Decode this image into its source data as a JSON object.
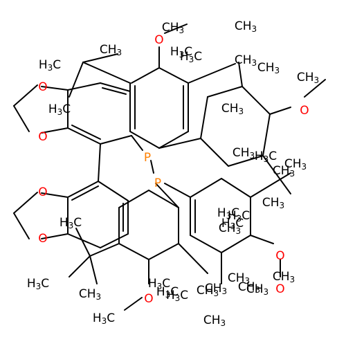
{
  "colors": {
    "background": "#ffffff",
    "carbon": "#000000",
    "oxygen": "#ff0000",
    "phosphorus": "#ff8000"
  },
  "atoms": [
    {
      "id": "a1",
      "base": "H",
      "sub": "3",
      "tail": "C",
      "el": "C"
    },
    {
      "id": "a2",
      "base": "C",
      "sub": "",
      "tail": "H",
      "tail_sub": "3",
      "el": "C"
    },
    {
      "id": "a3",
      "base": "O",
      "el": "O"
    },
    {
      "id": "a4",
      "base": "C",
      "sub": "",
      "tail": "H",
      "tail_sub": "3",
      "el": "C"
    },
    {
      "id": "a5",
      "base": "H",
      "sub": "3",
      "tail": "C",
      "el": "C"
    },
    {
      "id": "a6",
      "base": "C",
      "sub": "",
      "tail": "H",
      "tail_sub": "3",
      "el": "C"
    },
    {
      "id": "a7",
      "base": "H",
      "sub": "3",
      "tail": "C",
      "el": "C"
    },
    {
      "id": "a8",
      "base": "C",
      "sub": "",
      "tail": "H",
      "tail_sub": "3",
      "el": "C"
    },
    {
      "id": "a9",
      "base": "O",
      "el": "O"
    },
    {
      "id": "a10",
      "base": "C",
      "sub": "",
      "tail": "H",
      "tail_sub": "3",
      "el": "C"
    },
    {
      "id": "a11",
      "base": "O",
      "el": "O"
    },
    {
      "id": "a12",
      "base": "O",
      "el": "O"
    },
    {
      "id": "a13",
      "base": "H",
      "sub": "3",
      "tail": "C",
      "el": "C"
    },
    {
      "id": "a14",
      "base": "C",
      "sub": "",
      "tail": "H",
      "tail_sub": "3",
      "el": "C"
    },
    {
      "id": "a15",
      "base": "P",
      "el": "P"
    },
    {
      "id": "a16",
      "base": "H",
      "sub": "3",
      "tail": "C",
      "el": "C"
    },
    {
      "id": "a17",
      "base": "C",
      "sub": "",
      "tail": "H",
      "tail_sub": "3",
      "el": "C"
    },
    {
      "id": "a18",
      "base": "P",
      "el": "P"
    },
    {
      "id": "a19",
      "base": "C",
      "sub": "",
      "tail": "H",
      "tail_sub": "3",
      "el": "C"
    },
    {
      "id": "a20",
      "base": "O",
      "el": "O"
    },
    {
      "id": "a21",
      "base": "C",
      "sub": "",
      "tail": "H",
      "tail_sub": "3",
      "el": "C"
    },
    {
      "id": "a22",
      "base": "H",
      "sub": "3",
      "tail": "C",
      "el": "C"
    },
    {
      "id": "a23",
      "base": "H",
      "sub": "3",
      "tail": "C",
      "el": "C"
    },
    {
      "id": "a24",
      "base": "O",
      "el": "O"
    },
    {
      "id": "a25",
      "base": "C",
      "sub": "",
      "tail": "H",
      "tail_sub": "3",
      "el": "C"
    },
    {
      "id": "a26",
      "base": "O",
      "el": "O"
    },
    {
      "id": "a27",
      "base": "H",
      "sub": "3",
      "tail": "C",
      "el": "C"
    },
    {
      "id": "a28",
      "base": "C",
      "sub": "",
      "tail": "H",
      "tail_sub": "3",
      "el": "C"
    },
    {
      "id": "a29",
      "base": "O",
      "el": "O"
    },
    {
      "id": "a30",
      "base": "H",
      "sub": "3",
      "tail": "C",
      "el": "C"
    },
    {
      "id": "a31",
      "base": "C",
      "sub": "",
      "tail": "H",
      "tail_sub": "3",
      "el": "C"
    },
    {
      "id": "a32",
      "base": "H",
      "sub": "3",
      "tail": "C",
      "el": "C"
    },
    {
      "id": "a33",
      "base": "O",
      "el": "O"
    },
    {
      "id": "a34",
      "base": "C",
      "sub": "",
      "tail": "H",
      "tail_sub": "3",
      "el": "C"
    },
    {
      "id": "a35",
      "base": "H",
      "sub": "3",
      "tail": "C",
      "el": "C"
    },
    {
      "id": "a36",
      "base": "C",
      "sub": "",
      "tail": "H",
      "tail_sub": "3",
      "el": "C"
    },
    {
      "id": "a37",
      "base": "H",
      "sub": "3",
      "tail": "C",
      "el": "C"
    },
    {
      "id": "a38",
      "base": "C",
      "sub": "",
      "tail": "H",
      "tail_sub": "3",
      "el": "C"
    },
    {
      "id": "a39",
      "base": "C",
      "sub": "",
      "tail": "H",
      "tail_sub": "3",
      "el": "C"
    },
    {
      "id": "a40",
      "base": "H",
      "sub": "3",
      "tail": "C",
      "el": "C"
    },
    {
      "id": "a41",
      "base": "H",
      "sub": "3",
      "tail": "C",
      "el": "C"
    },
    {
      "id": "a42",
      "base": "C",
      "sub": "",
      "tail": "H",
      "tail_sub": "3",
      "el": "C"
    },
    {
      "id": "a43",
      "base": "C",
      "sub": "",
      "tail": "H",
      "tail_sub": "3",
      "el": "C"
    },
    {
      "id": "a44",
      "base": "C",
      "sub": "",
      "tail": "H",
      "tail_sub": "3",
      "el": "C"
    },
    {
      "id": "a45",
      "base": "C",
      "sub": "",
      "tail": "H",
      "tail_sub": "3",
      "el": "C"
    }
  ]
}
